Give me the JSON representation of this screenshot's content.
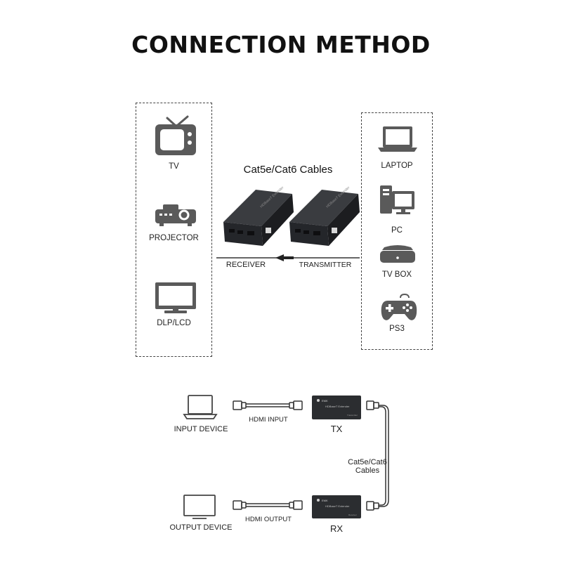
{
  "title": "CONNECTION METHOD",
  "top": {
    "cables_label": "Cat5e/Cat6 Cables",
    "receiver_label": "RECEIVER",
    "transmitter_label": "TRANSMITTER",
    "outputs": [
      {
        "label": "TV",
        "icon": "tv-icon"
      },
      {
        "label": "PROJECTOR",
        "icon": "projector-icon"
      },
      {
        "label": "DLP/LCD",
        "icon": "monitor-icon"
      }
    ],
    "inputs": [
      {
        "label": "LAPTOP",
        "icon": "laptop-icon"
      },
      {
        "label": "PC",
        "icon": "pc-icon"
      },
      {
        "label": "TV BOX",
        "icon": "tv-box-icon"
      },
      {
        "label": "PS3",
        "icon": "gamepad-icon"
      }
    ]
  },
  "bottom": {
    "input_device_label": "INPUT DEVICE",
    "output_device_label": "OUTPUT DEVICE",
    "hdmi_input_label": "HDMI INPUT",
    "hdmi_output_label": "HDMI OUTPUT",
    "tx_label": "TX",
    "rx_label": "RX",
    "cables_label_line1": "Cat5e/Cat6",
    "cables_label_line2": "Cables"
  },
  "colors": {
    "icon_gray": "#5a5a5a",
    "device_dark": "#2b2d30",
    "line": "#333333"
  }
}
